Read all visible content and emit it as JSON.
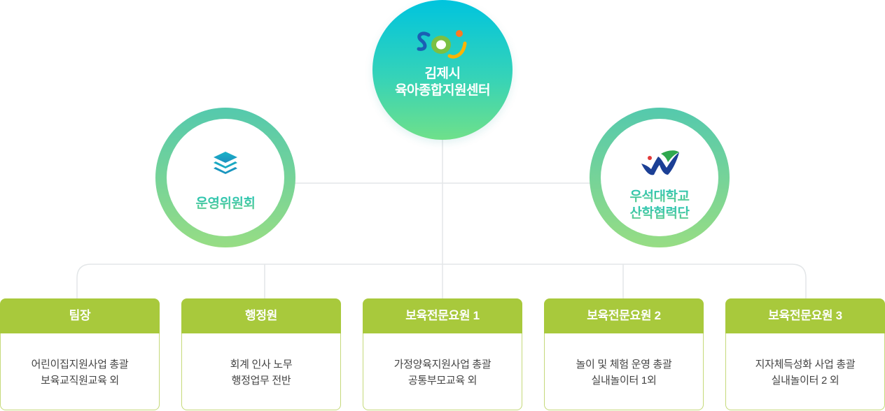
{
  "center": {
    "logo_icon": "soi-logo-icon",
    "line1": "김제시",
    "line2": "육아종합지원센터"
  },
  "left": {
    "icon": "layers-icon",
    "label": "운영위원회"
  },
  "right": {
    "icon": "woosuk-university-logo-icon",
    "line1": "우석대학교",
    "line2": "산학협력단"
  },
  "teams": [
    {
      "title": "팀장",
      "desc1": "어린이집지원사업 총괄",
      "desc2": "보육교직원교육 외"
    },
    {
      "title": "행정원",
      "desc1": "회계 인사 노무",
      "desc2": "행정업무 전반"
    },
    {
      "title": "보육전문요원 1",
      "desc1": "가정양육지원사업 총괄",
      "desc2": "공통부모교육 외"
    },
    {
      "title": "보육전문요원 2",
      "desc1": "놀이 및 체험 운영 총괄",
      "desc2": "실내놀이터 1외"
    },
    {
      "title": "보육전문요원 3",
      "desc1": "지자체득성화 사업 총괄",
      "desc2": "실내놀이터 2 외"
    }
  ],
  "colors": {
    "header_green": "#a8c93c",
    "ring_top": "#54c9ad",
    "ring_bottom": "#97dd84",
    "center_top": "#00c4de",
    "center_bottom": "#6fe08a",
    "connector": "#e3e6e8"
  }
}
